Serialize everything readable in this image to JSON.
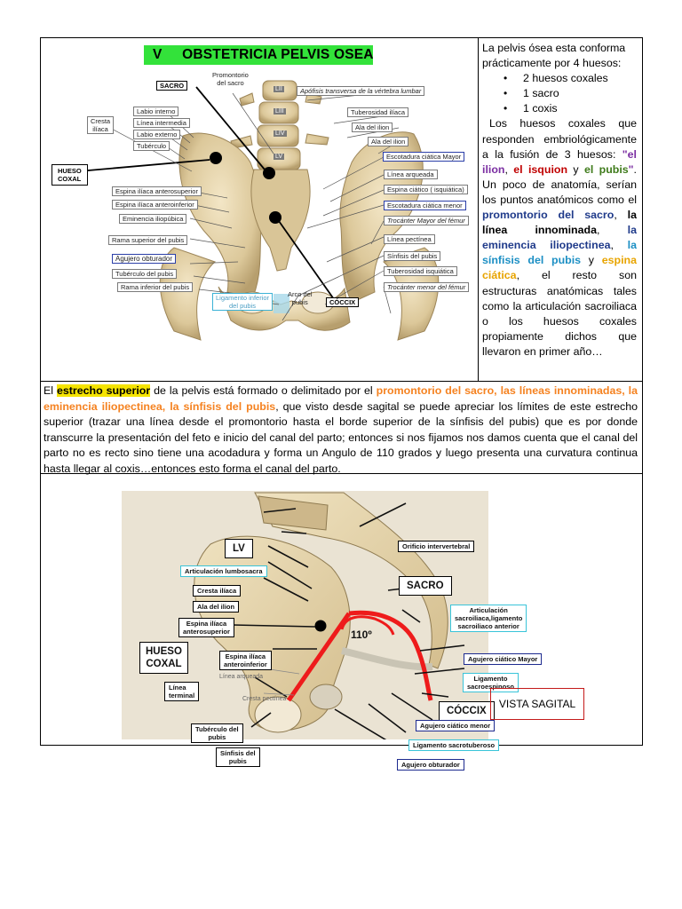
{
  "section_title": {
    "number": "V",
    "text": "OBSTETRICIA PELVIS OSEA"
  },
  "figure1": {
    "labels": {
      "sacro": "SACRO",
      "promontorio": "Promontorio\ndel sacro",
      "apofisis": "Apófisis transversa de la vértebra lumbar",
      "tuberosidad_iliaca": "Tuberosidad ilíaca",
      "ala_ilion_1": "Ala del ilion",
      "ala_ilion_2": "Ala del ilion",
      "escotadura_mayor": "Escotadura ciática Mayor",
      "linea_arqueada": "Línea arqueada",
      "espina_ciatica": "Espina ciático ( isquiática)",
      "escotadura_menor": "Escotadura ciática menor",
      "trocanter_mayor": "Trocánter Mayor del fémur",
      "linea_pectinea": "Línea pectínea",
      "sinfisis": "Sínfisis del pubis",
      "tuberosidad_isquiatica": "Tuberosidad isquiática",
      "trocanter_menor": "Trocánter menor del fémur",
      "cresta_iliaca": "Cresta\nilíaca",
      "labio_interno": "Labio interno",
      "linea_intermedia": "Línea intermedia",
      "labio_externo": "Labio externo",
      "tuberculo": "Tubérculo",
      "hueso_coxal": "HUESO\nCOXAL",
      "espina_antero_superior": "Espina ilíaca anterosuperior",
      "espina_antero_inferior": "Espina ilíaca anteroinferior",
      "eminencia": "Eminencia iliopúbica",
      "rama_superior": "Rama superior del pubis",
      "agujero_obturador": "Agujero obturador",
      "tuberculo_pubis": "Tubérculo del pubis",
      "rama_inferior": "Rama inferior del pubis",
      "ligamento_inferior": "Ligamento inferior\ndel pubis",
      "arco_pubis": "Arco del\npubis",
      "coccix": "CÓCCIX",
      "vertebras": [
        "LII",
        "LIII",
        "LIV",
        "LV"
      ]
    }
  },
  "right_text": {
    "intro": "La pelvis ósea esta conforma prácticamente por 4 huesos:",
    "bullets": [
      "2 huesos coxales",
      "1 sacro",
      "1 coxis"
    ],
    "p1": "Los huesos coxales que responden embriológicamente a la fusión de 3 huesos:",
    "q_open": "\"",
    "el_ilion": "el ilion",
    "comma1": ", ",
    "el_isquion": "el isquion",
    "y1": " y ",
    "el_pubis": "el pubis",
    "q_close": "\"",
    "p2": ". Un poco de anatomía, serían los puntos anatómicos como el",
    "promontorio": "promontorio del sacro",
    "comma2": ",",
    "linea_innominada": "la línea innominada",
    "comma3": ",",
    "eminencia": "la eminencia iliopectinea",
    "comma4": ",",
    "sinfisis": "la sínfisis del pubis",
    "y2": " y ",
    "espina": "espina ciática",
    "p3": ", el resto son estructuras anatómicas tales como la articulación sacroiliaca o los huesos coxales propiamente dichos que llevaron en primer año…"
  },
  "middle_text": {
    "el": "El ",
    "estrecho": "estrecho superior",
    "t1": " de la pelvis está formado o delimitado por el ",
    "orange": "promontorio del sacro, las líneas innominadas, la eminencia iliopectinea, la sínfisis del pubis",
    "t2": ", que visto desde sagital se puede apreciar los límites de este estrecho superior (trazar una línea desde el promontorio hasta el borde superior de la sínfisis del pubis) que es por donde transcurre la presentación del feto e inicio del canal del parto; entonces si nos fijamos nos damos cuenta que el canal del parto no es recto sino tiene una acodadura y forma un Angulo de 110 grados y luego presenta una curvatura continua hasta llegar al coxis…entonces esto forma el canal del parto."
  },
  "figure2": {
    "lv": "LV",
    "orificio": "Orificio intervertebral",
    "art_lumbosacra": "Articulación lumbosacra",
    "cresta_iliaca": "Cresta ilíaca",
    "ala_ilion": "Ala del ilion",
    "espina_antsup": "Espina ilíaca\nanterosuperior",
    "hueso_coxal": "HUESO\nCOXAL",
    "espina_antinf": "Espina ilíaca\nanteroinferior",
    "linea_arqueada": "Línea arqueada",
    "linea_terminal": "Línea\nterminal",
    "cresta_pectinea": "Cresta pectínea",
    "tuberculo_pubis": "Tubérculo del\npubis",
    "sinfisis": "Sínfisis del\npubis",
    "sacro": "SACRO",
    "art_sacroiliaca": "Articulación\nsacroiliaca,ligamento\nsacroiliaco anterior",
    "angle": "110º",
    "agujero_mayor": "Agujero ciático Mayor",
    "lig_sacroespinoso": "Ligamento\nsacroespinoso",
    "coccix": "CÓCCIX",
    "agujero_menor": "Agujero ciático menor",
    "lig_sacrotuberoso": "Ligamento sacrotuberoso",
    "agujero_obturador": "Agujero obturador",
    "vista": "VISTA SAGITAL"
  }
}
